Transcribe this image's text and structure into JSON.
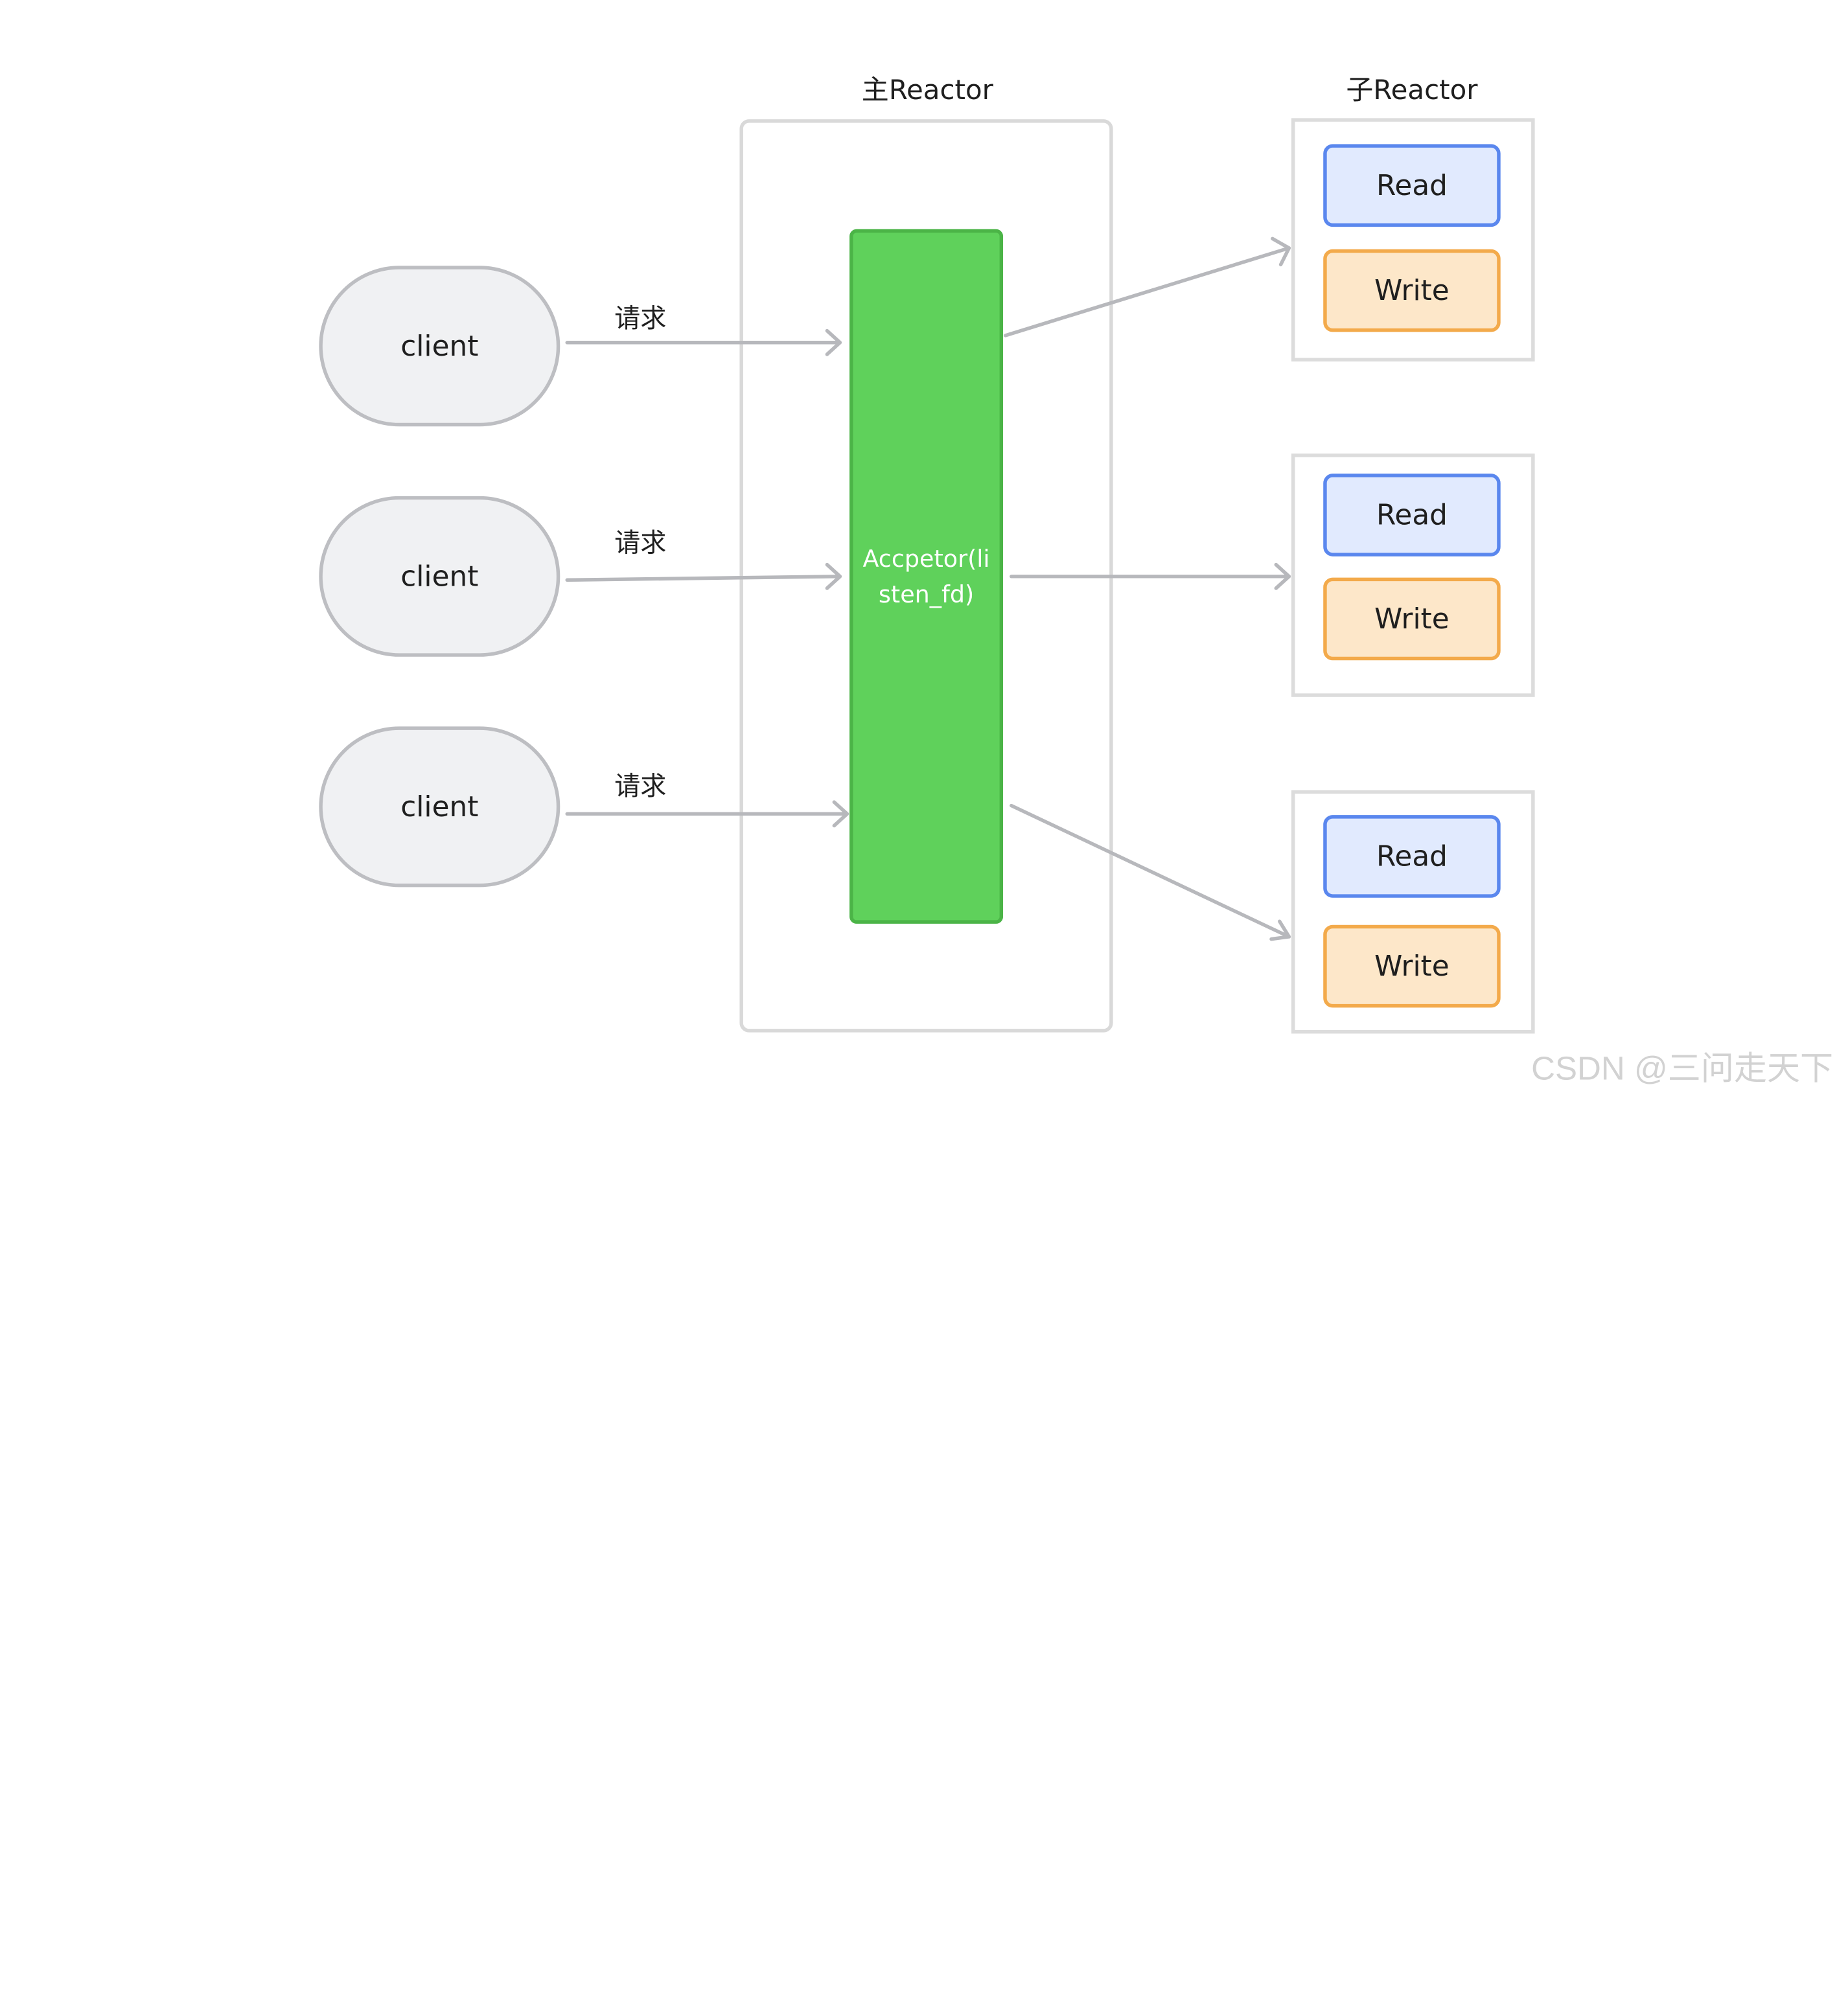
{
  "main_reactor": {
    "title": "主Reactor",
    "acceptor_label": "Accpetor(listen_fd)"
  },
  "sub_reactor": {
    "title": "子Reactor",
    "groups": [
      {
        "read": "Read",
        "write": "Write"
      },
      {
        "read": "Read",
        "write": "Write"
      },
      {
        "read": "Read",
        "write": "Write"
      }
    ]
  },
  "clients": [
    {
      "label": "client",
      "request": "请求"
    },
    {
      "label": "client",
      "request": "请求"
    },
    {
      "label": "client",
      "request": "请求"
    }
  ],
  "colors": {
    "acceptor_fill": "#5fd15b",
    "read_border": "#5a87ee",
    "write_border": "#f3aa4b",
    "arrow": "#b7b8bc"
  },
  "watermark": "CSDN @三问走天下"
}
